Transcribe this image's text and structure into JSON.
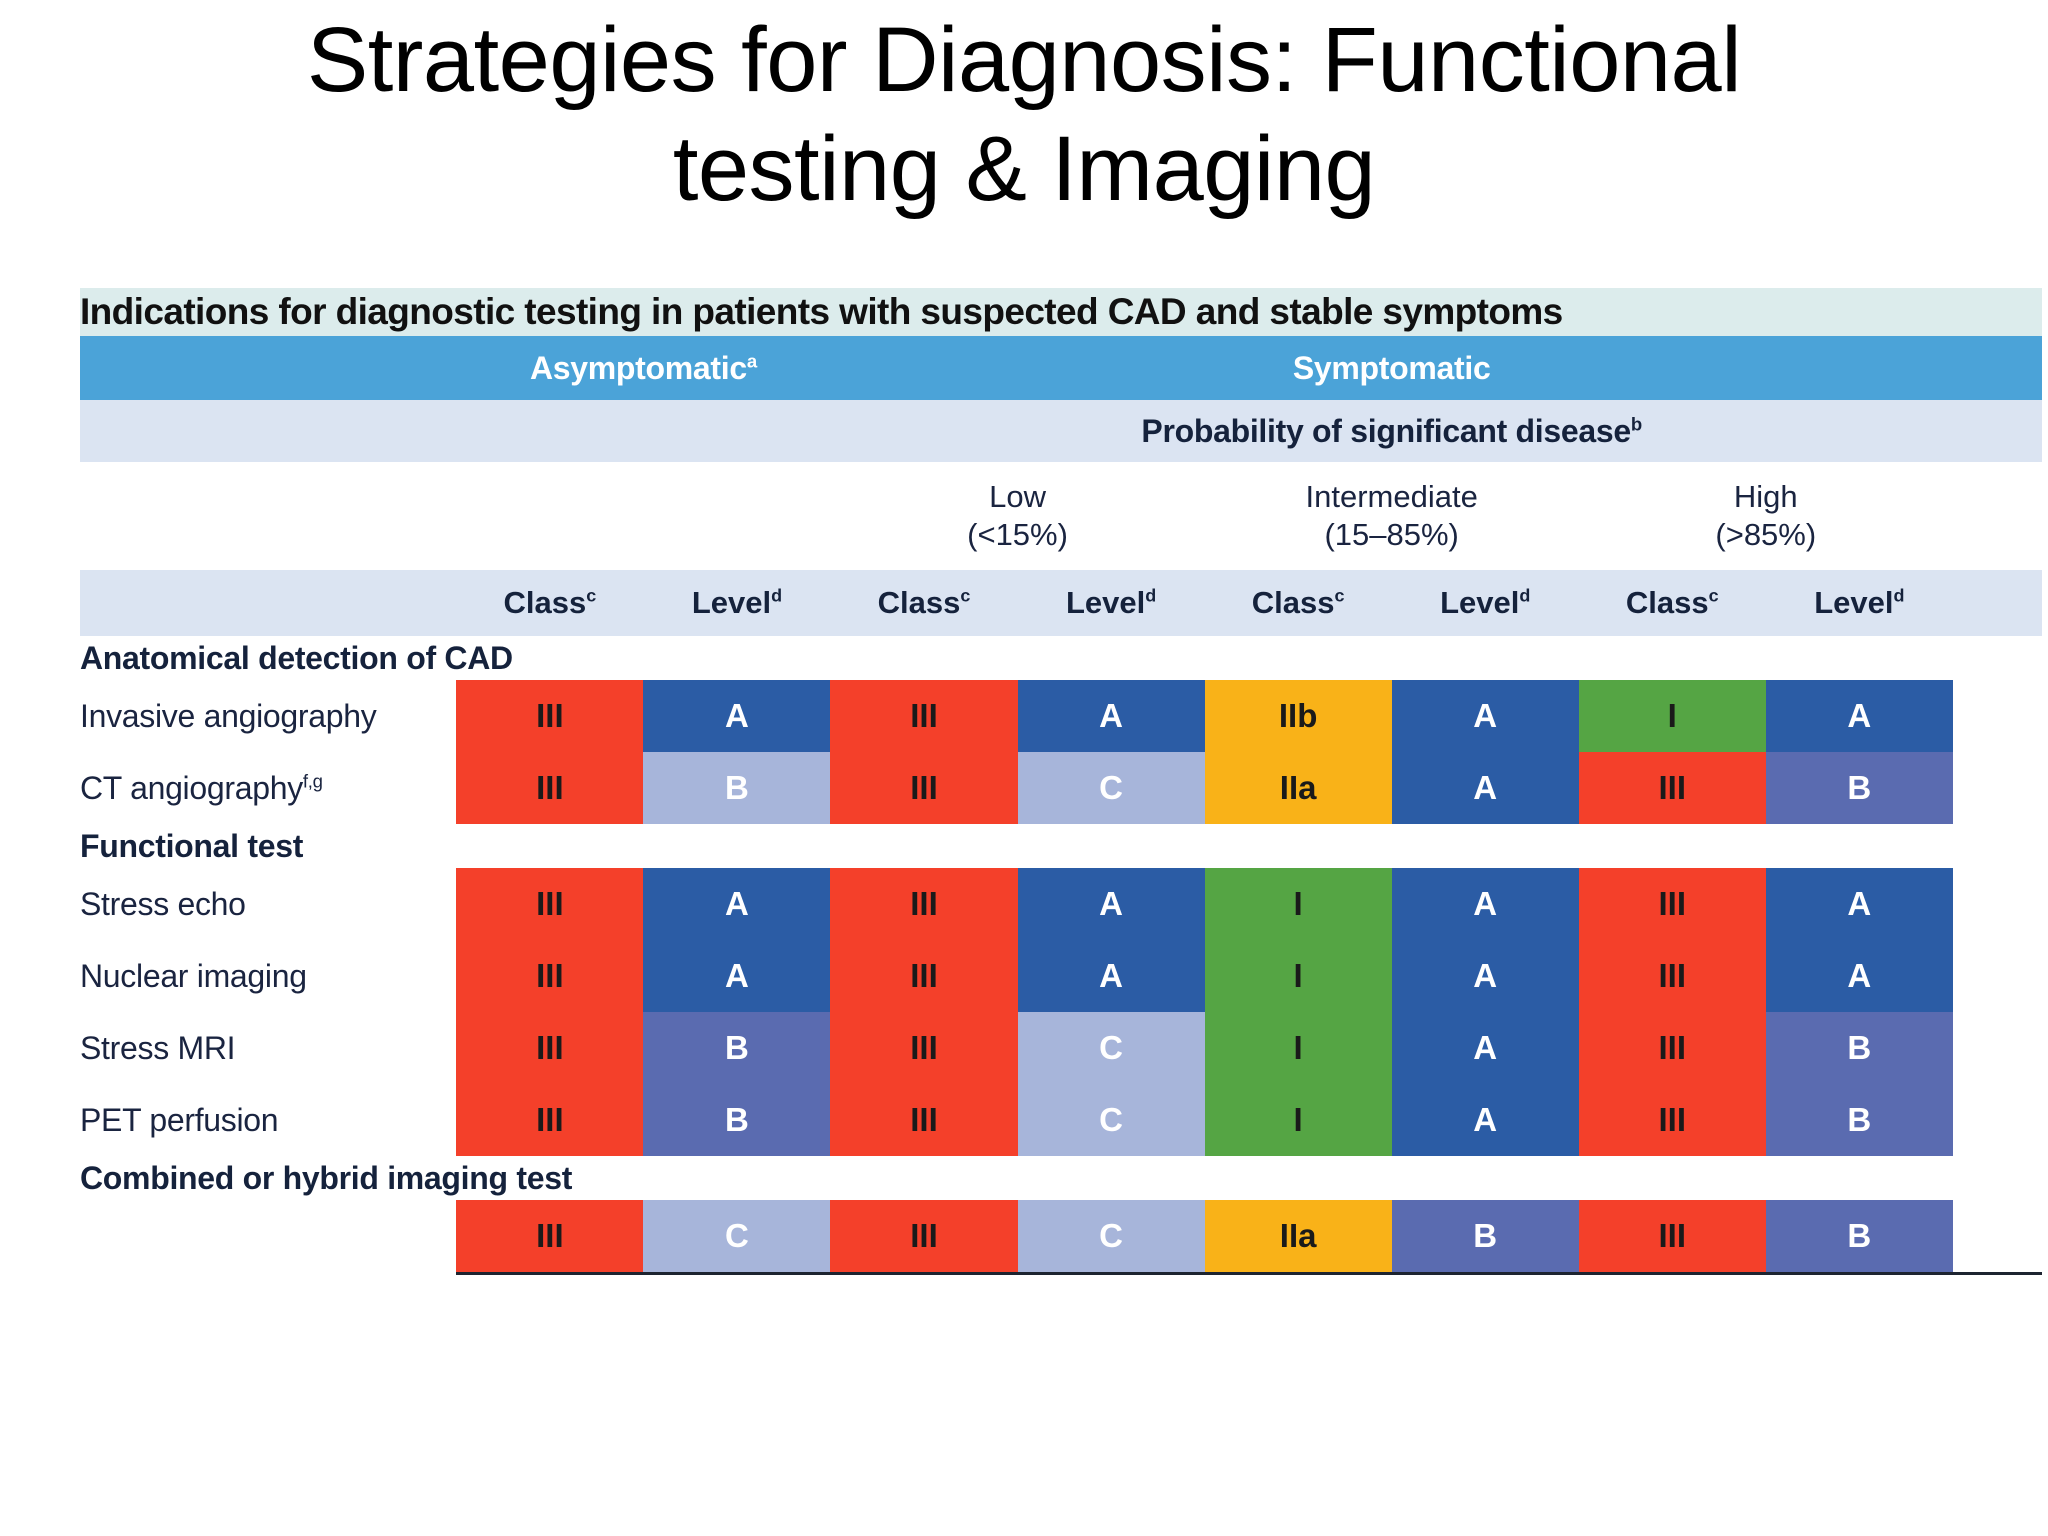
{
  "slide": {
    "title_line1": "Strategies for Diagnosis: Functional",
    "title_line2": "testing & Imaging"
  },
  "table": {
    "caption": "Indications for diagnostic testing in patients with suspected CAD and stable symptoms",
    "top_headers": {
      "row_label_blank": "",
      "asymptomatic": "Asymptomatic",
      "asymptomatic_sup": "a",
      "symptomatic": "Symptomatic"
    },
    "probability_header": {
      "label": "Probability of significant disease",
      "sup": "b"
    },
    "probability_levels": [
      {
        "name": "Low",
        "range": "(<15%)"
      },
      {
        "name": "Intermediate",
        "range": "(15–85%)"
      },
      {
        "name": "High",
        "range": "(>85%)"
      }
    ],
    "column_headers": [
      {
        "label": "Class",
        "sup": "c"
      },
      {
        "label": "Level",
        "sup": "d"
      },
      {
        "label": "Class",
        "sup": "c"
      },
      {
        "label": "Level",
        "sup": "d"
      },
      {
        "label": "Class",
        "sup": "c"
      },
      {
        "label": "Level",
        "sup": "d"
      },
      {
        "label": "Class",
        "sup": "c"
      },
      {
        "label": "Level",
        "sup": "d"
      }
    ],
    "sections": [
      {
        "title": "Anatomical detection of CAD",
        "rows": [
          {
            "label": "Invasive angiography",
            "label_sup": "",
            "cells": [
              {
                "value": "III",
                "color": "#f4402a"
              },
              {
                "value": "A",
                "color": "#2b5ca5"
              },
              {
                "value": "III",
                "color": "#f4402a"
              },
              {
                "value": "A",
                "color": "#2b5ca5"
              },
              {
                "value": "IIb",
                "color": "#f9b218"
              },
              {
                "value": "A",
                "color": "#2b5ca5"
              },
              {
                "value": "I",
                "color": "#55a544"
              },
              {
                "value": "A",
                "color": "#2b5ca5"
              }
            ]
          },
          {
            "label": "CT angiography",
            "label_sup": "f,g",
            "cells": [
              {
                "value": "III",
                "color": "#f4402a"
              },
              {
                "value": "B",
                "color": "#a7b5da"
              },
              {
                "value": "III",
                "color": "#f4402a"
              },
              {
                "value": "C",
                "color": "#a7b5da"
              },
              {
                "value": "IIa",
                "color": "#f9b218"
              },
              {
                "value": "A",
                "color": "#2b5ca5"
              },
              {
                "value": "III",
                "color": "#f4402a"
              },
              {
                "value": "B",
                "color": "#5a6bb0"
              }
            ]
          }
        ]
      },
      {
        "title": "Functional test",
        "rows": [
          {
            "label": "Stress echo",
            "label_sup": "",
            "cells": [
              {
                "value": "III",
                "color": "#f4402a"
              },
              {
                "value": "A",
                "color": "#2b5ca5"
              },
              {
                "value": "III",
                "color": "#f4402a"
              },
              {
                "value": "A",
                "color": "#2b5ca5"
              },
              {
                "value": "I",
                "color": "#55a544"
              },
              {
                "value": "A",
                "color": "#2b5ca5"
              },
              {
                "value": "III",
                "color": "#f4402a"
              },
              {
                "value": "A",
                "color": "#2b5ca5"
              }
            ]
          },
          {
            "label": "Nuclear imaging",
            "label_sup": "",
            "cells": [
              {
                "value": "III",
                "color": "#f4402a"
              },
              {
                "value": "A",
                "color": "#2b5ca5"
              },
              {
                "value": "III",
                "color": "#f4402a"
              },
              {
                "value": "A",
                "color": "#2b5ca5"
              },
              {
                "value": "I",
                "color": "#55a544"
              },
              {
                "value": "A",
                "color": "#2b5ca5"
              },
              {
                "value": "III",
                "color": "#f4402a"
              },
              {
                "value": "A",
                "color": "#2b5ca5"
              }
            ]
          },
          {
            "label": "Stress MRI",
            "label_sup": "",
            "cells": [
              {
                "value": "III",
                "color": "#f4402a"
              },
              {
                "value": "B",
                "color": "#5a6bb0"
              },
              {
                "value": "III",
                "color": "#f4402a"
              },
              {
                "value": "C",
                "color": "#a7b5da"
              },
              {
                "value": "I",
                "color": "#55a544"
              },
              {
                "value": "A",
                "color": "#2b5ca5"
              },
              {
                "value": "III",
                "color": "#f4402a"
              },
              {
                "value": "B",
                "color": "#5a6bb0"
              }
            ]
          },
          {
            "label": "PET perfusion",
            "label_sup": "",
            "cells": [
              {
                "value": "III",
                "color": "#f4402a"
              },
              {
                "value": "B",
                "color": "#5a6bb0"
              },
              {
                "value": "III",
                "color": "#f4402a"
              },
              {
                "value": "C",
                "color": "#a7b5da"
              },
              {
                "value": "I",
                "color": "#55a544"
              },
              {
                "value": "A",
                "color": "#2b5ca5"
              },
              {
                "value": "III",
                "color": "#f4402a"
              },
              {
                "value": "B",
                "color": "#5a6bb0"
              }
            ]
          }
        ]
      },
      {
        "title": "Combined or hybrid imaging test",
        "rows": [
          {
            "label": "",
            "label_sup": "",
            "cells": [
              {
                "value": "III",
                "color": "#f4402a"
              },
              {
                "value": "C",
                "color": "#a7b5da"
              },
              {
                "value": "III",
                "color": "#f4402a"
              },
              {
                "value": "C",
                "color": "#a7b5da"
              },
              {
                "value": "IIa",
                "color": "#f9b218"
              },
              {
                "value": "B",
                "color": "#5a6bb0"
              },
              {
                "value": "III",
                "color": "#f4402a"
              },
              {
                "value": "B",
                "color": "#5a6bb0"
              }
            ]
          }
        ]
      }
    ],
    "colors": {
      "caption_band": "#dcecec",
      "header_blue": "#4ba3d8",
      "header_pale": "#dbe4f2",
      "class_i": "#55a544",
      "class_ii": "#f9b218",
      "class_iii": "#f4402a",
      "level_a": "#2b5ca5",
      "level_b": "#5a6bb0",
      "level_c": "#a7b5da",
      "grid_line": "#1d2430"
    }
  }
}
